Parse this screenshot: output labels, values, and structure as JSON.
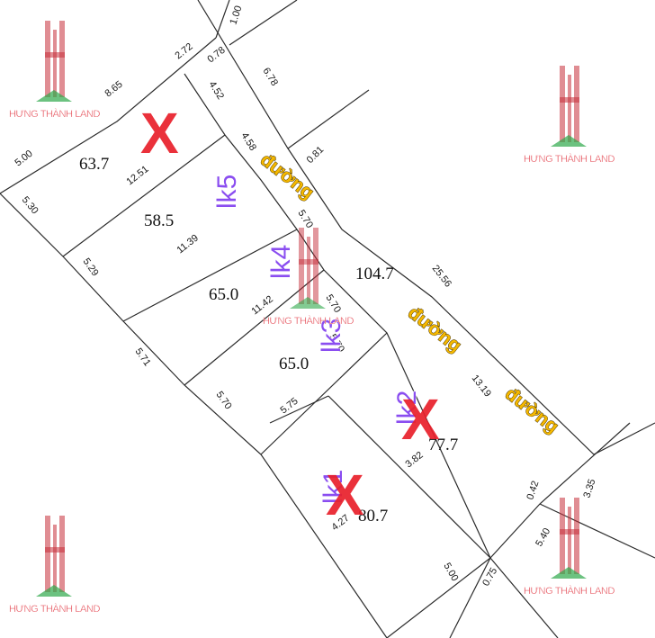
{
  "watermark": {
    "text": "HƯNG THÀNH LAND",
    "logo": "HT-monogram"
  },
  "road_label": "đường",
  "lots": [
    {
      "id": "lk6",
      "label": "",
      "area": "63.7",
      "sold": true
    },
    {
      "id": "lk5",
      "label": "lk5",
      "area": "58.5",
      "sold": false
    },
    {
      "id": "lk4",
      "label": "lk4",
      "area": "65.0",
      "sold": false
    },
    {
      "id": "lk3",
      "label": "lk3",
      "area": "65.0",
      "sold": false
    },
    {
      "id": "lk2",
      "label": "lk2",
      "area": "77.7",
      "sold": true
    },
    {
      "id": "lk1",
      "label": "lk1",
      "area": "80.7",
      "sold": true
    }
  ],
  "big_parcel": {
    "area": "104.7"
  },
  "dimensions": [
    "1.00",
    "2.72",
    "0.78",
    "6.78",
    "8.65",
    "4.52",
    "0.81",
    "5.00",
    "12.51",
    "4.58",
    "5.30",
    "11.39",
    "5.70",
    "25.56",
    "5.29",
    "11.42",
    "5.70",
    "5.70",
    "5.71",
    "5.70",
    "5.75",
    "13.19",
    "3.82",
    "0.42",
    "3.35",
    "4.27",
    "5.40",
    "5.00",
    "0.75"
  ],
  "colors": {
    "line": "#2b2b2b",
    "lot_label": "#8a4df0",
    "road_text": "#f5b800",
    "cross": "#e8202a",
    "watermark": "#e23b46"
  }
}
